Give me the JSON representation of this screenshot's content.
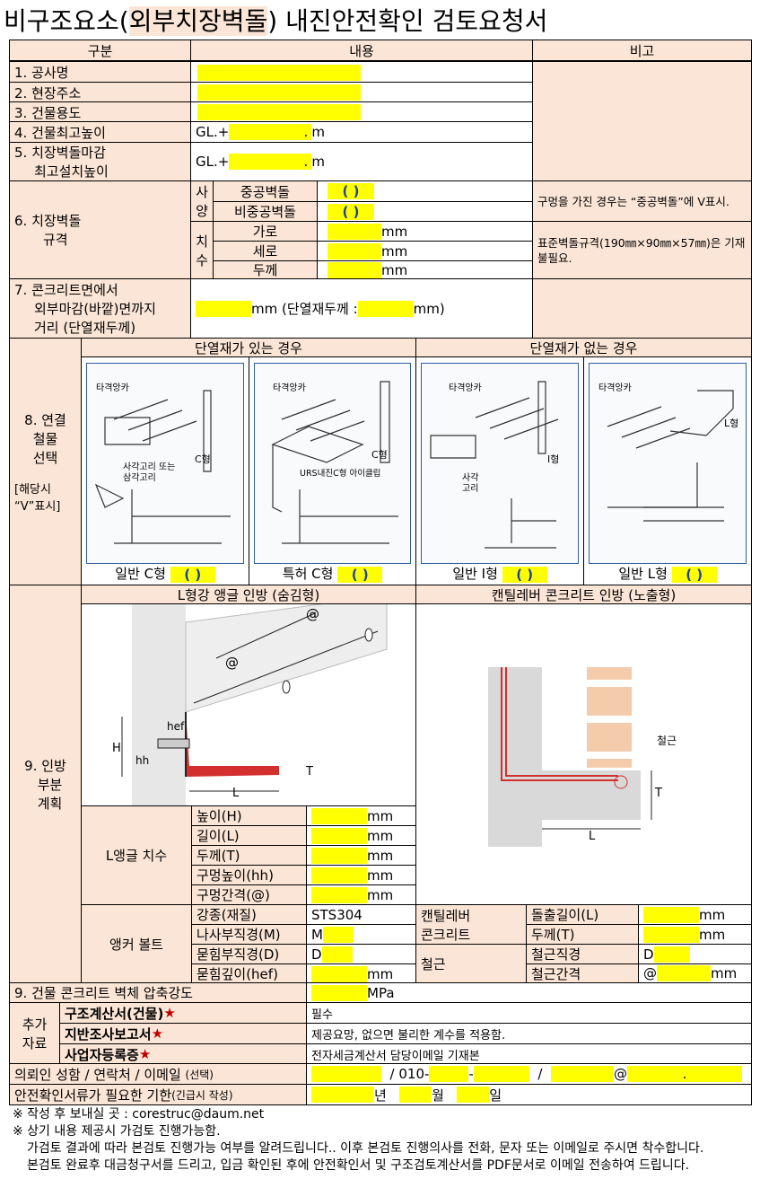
{
  "title": {
    "pre": "비구조요소(",
    "hl": "외부치장벽돌",
    "post": ")  내진안전확인  검토요청서"
  },
  "header": {
    "col1": "구분",
    "col2": "내용",
    "col3": "비고"
  },
  "rows": {
    "r1": "1.  공사명",
    "r2": "2.  현장주소",
    "r3": "3.  건물용도",
    "r4": "4.  건물최고높이",
    "r4_prefix": "GL.+",
    "r4_dot": ".",
    "r4_unit": "m",
    "r5_l1": "5.  치장벽돌마감",
    "r5_l2": "최고설치높이",
    "r5_prefix": "GL.+",
    "r5_dot": ".",
    "r5_unit": "m",
    "r6_label_l1": "6.  치장벽돌",
    "r6_label_l2": "규격",
    "r6_spec_a": "사",
    "r6_spec_b": "양",
    "r6_hollow": "중공벽돌",
    "r6_solid": "비중공벽돌",
    "r6_paren": "(          )",
    "r6_note1": "구멍을  가진  경우는  “중공벽돌”에 V표시.",
    "r6_dim_a": "치",
    "r6_dim_b": "수",
    "r6_w": "가로",
    "r6_h": "세로",
    "r6_t": "두께",
    "r6_unit": "mm",
    "r6_note2": "표준벽돌규격(190㎜×90㎜×57㎜)은 기재 불필요.",
    "r7_l1": "7.  콘크리트면에서",
    "r7_l2": "외부마감(바깥)면까지",
    "r7_l3": "거리  (단열재두께)",
    "r7_unit1": "mm  (단열재두께  :  ",
    "r7_unit2": "mm)",
    "r8_l1": "8.  연결",
    "r8_l2": "철물",
    "r8_l3": "선택",
    "r8_l4": "[해당시",
    "r8_l5": "“V”표시]",
    "r8_with": "단열재가  있는  경우",
    "r8_without": "단열재가  없는  경우",
    "r8_cap1": "일반  C형",
    "r8_cap2": "특허  C형",
    "r8_cap3": "일반  I형",
    "r8_cap4": "일반  L형",
    "r8_paren": "(          )",
    "r9_l1": "9.  인방",
    "r9_l2": "부분",
    "r9_l3": "계획",
    "r9_left_head": "L형강  앵글  인방  (숨김형)",
    "r9_right_head": "캔틸레버  콘크리트  인방  (노출형)",
    "angle_dim": "L앵글  치수",
    "angle_h": "높이(H)",
    "angle_l": "길이(L)",
    "angle_t": "두께(T)",
    "angle_hh": "구멍높이(hh)",
    "angle_gap": "구멍간격(@)",
    "mm": "mm",
    "anchor": "앵커  볼트",
    "anchor_mat": "강종(재질)",
    "anchor_mat_val": "STS304",
    "anchor_dia": "나사부직경(M)",
    "anchor_dia_pre": "M",
    "anchor_emb": "묻힘부직경(D)",
    "anchor_emb_pre": "D",
    "anchor_depth": "묻힘깊이(hef)",
    "cant_l1": "캔틸레버",
    "cant_l2": "콘크리트",
    "cant_len": "돌출길이(L)",
    "cant_t": "두께(T)",
    "rebar": "철근",
    "rebar_dia": "철근직경",
    "rebar_dia_pre": "D",
    "rebar_gap": "철근간격",
    "rebar_gap_pre": "@",
    "r9b": "9.  건물  콘크리트  벽체  압축강도",
    "r9b_unit": "MPa",
    "extra_a": "추가",
    "extra_b": "자료",
    "extra1": "구조계산서(건물)",
    "extra1_note": "필수",
    "extra2": "지반조사보고서",
    "extra2_note": "제공요망,  없으면  불리한  계수를  적용함.",
    "extra3": "사업자등록증",
    "extra3_note": "전자세금계산서  담당이메일  기재본",
    "star": "★",
    "contact_label": "의뢰인  성함  /  연락처  /  이메일",
    "contact_opt": "(선택)",
    "contact_slash1": "/  010-",
    "contact_dash": "-",
    "contact_slash2": "/",
    "contact_at": "@",
    "contact_dot": ".",
    "deadline_label": "안전확인서류가  필요한  기한",
    "deadline_opt": "(긴급시  작성)",
    "deadline_y": "년",
    "deadline_m": "월",
    "deadline_d": "일"
  },
  "fig_labels": {
    "anchor": "타격앙카",
    "corner_a": "사각고리  또는",
    "corner_b": "삼각고리",
    "c_shape": "C형",
    "urs": "URS내진C형  아이클립",
    "i_shape": "I형",
    "l_shape": "L형",
    "square_a": "사각",
    "square_b": "고리",
    "at": "@",
    "H": "H",
    "hef": "hef",
    "hh": "hh",
    "T": "T",
    "L": "L",
    "rebar": "철근"
  },
  "notes": {
    "n1": "※  작성  후  보내실  곳  :  corestruc@daum.net",
    "n2": "※  상기  내용  제공시  가검토  진행가능함.",
    "n3": "가검토  결과에  따라  본검토  진행가능  여부를  알려드립니다..  이후  본검토  진행의사를  전화,  문자  또는  이메일로  주시면  착수합니다.",
    "n4": "본검토  완료후  대금청구서를  드리고,  입금  확인된  후에  안전확인서  및  구조검토계산서를  PDF문서로  이메일  전송하여  드립니다."
  },
  "colors": {
    "pink": "#fbe5d6",
    "yellow": "#ffff00",
    "paren": "#1f3fa6",
    "red": "#c00000",
    "frame": "#2c5ea0"
  }
}
